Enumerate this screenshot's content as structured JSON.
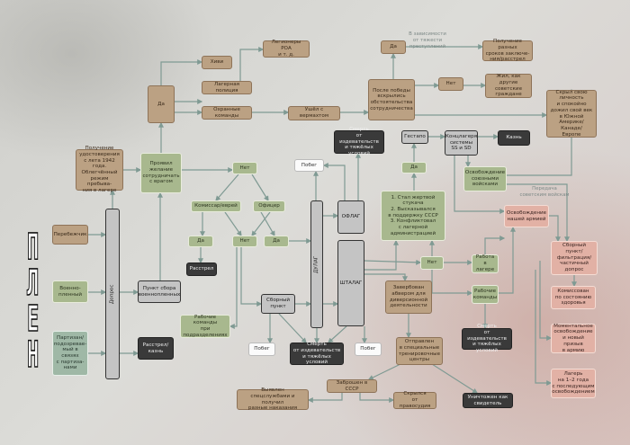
{
  "title_letters": [
    "П",
    "Л",
    "Е",
    "Н"
  ],
  "notes": {
    "severity": "В зависимости\nот тяжести преступлений",
    "transfer": "Передача\nсоветским войскам"
  },
  "nodes": {
    "defector": "Перебежчик",
    "pow": "Военно-\nпленный",
    "partisan": "Партизан/\nподозревае-\nмый в связях\nс партиза-\nнами",
    "interrogation": "Допрос",
    "id_card": "Получение\nудостоверения\nс лета 1942 года.\nОблегчённый\nрежим пребыва-\nния в лагере",
    "collaborate": "Проявил\nжелание\nсотрудничать\nс врагом",
    "collection_pow": "Пункт сбора\nвоеннопленных",
    "execution_left": "Расстрел/\nказнь",
    "yes_top": "Да",
    "hiwi": "Хиви",
    "camp_police": "Лагерная полиция",
    "legion": "Легионеры РОА\nи т. д.",
    "guard_teams": "Охранные команды",
    "left_wehrmacht": "Ушёл с вермахтом",
    "after_victory": "После победы\nвскрылись\nобстоятельства\nсотрудничества",
    "yes_victory": "Да",
    "sentences": "Получение разных\nсроков заключе-\nния/расстрел",
    "no_victory": "Нет",
    "lived": "Жил, как другие\nсоветские\nграждане",
    "hid": "Скрыл свою\nличность\nи спокойно\nдожил свой век\nв Южной\nАмерике/Канаде/\nЕвропе",
    "no_collab": "Нет",
    "commissar": "Комиссар/еврей",
    "officer": "Офицер",
    "yes_commissar": "Да",
    "no_mid": "Нет",
    "yes_officer": "Да",
    "shot": "Расстрел",
    "work_units": "Рабочие команды\nпри\nподразделениях",
    "assembly": "Сборный\nпункт",
    "escape_top": "Побег",
    "death_top": "Смерть\nот издевательств\nи тяжёлых условий",
    "dulag": "ДУЛАГ",
    "oflag": "ОФЛАГ",
    "stalag": "ШТАЛАГ",
    "escape_left": "Побег",
    "death_mid": "Смерть\nот издевательств\nи тяжёлых условий",
    "escape_right": "Побег",
    "gestapo": "Гестапо",
    "concentration": "Концлагеря\nсистемы\nSS и SD",
    "execution_right": "Казнь",
    "yes_reasons": "Да",
    "reasons": "1. Стал жертвой\nстукача\n2. Высказывался\nв поддержку СССР\n3. Конфликтовал\nс лагерной\nадминистрацией",
    "no_reasons": "Нет",
    "recruited": "Завербован\nабвером для\nдиверсионной\nдеятельности",
    "allied_liberation": "Освобождение\nсоюзными\nвойсками",
    "army_liberation": "Освобождение\nнашей армией",
    "camp_work": "Работа\nв лагере",
    "work_teams": "Рабочие\nкоманды",
    "filtration": "Сборный пункт/\nфильтрация/\nчастичный\nдопрос",
    "discharged": "Комиссован\nпо состоянию\nздоровья",
    "drafted": "Моментальное\nосвобождение\nи новый призыв\nв армию",
    "camp_years": "Лагерь\nна 1–2 года\nс последующим\nосвобождением",
    "death_right": "Смерть\nот издевательств\nи тяжёлых условий",
    "sent_training": "Отправлен\nв специальные\nтренировочные\nцентры",
    "dropped_ussr": "Заброшен в СССР",
    "exposed": "Выявлен\nспецслужбами и получил\nразные наказания",
    "escaped_justice": "Скрылся\nот правосудия",
    "eliminated": "Уничтожен как\nсвидетель"
  }
}
